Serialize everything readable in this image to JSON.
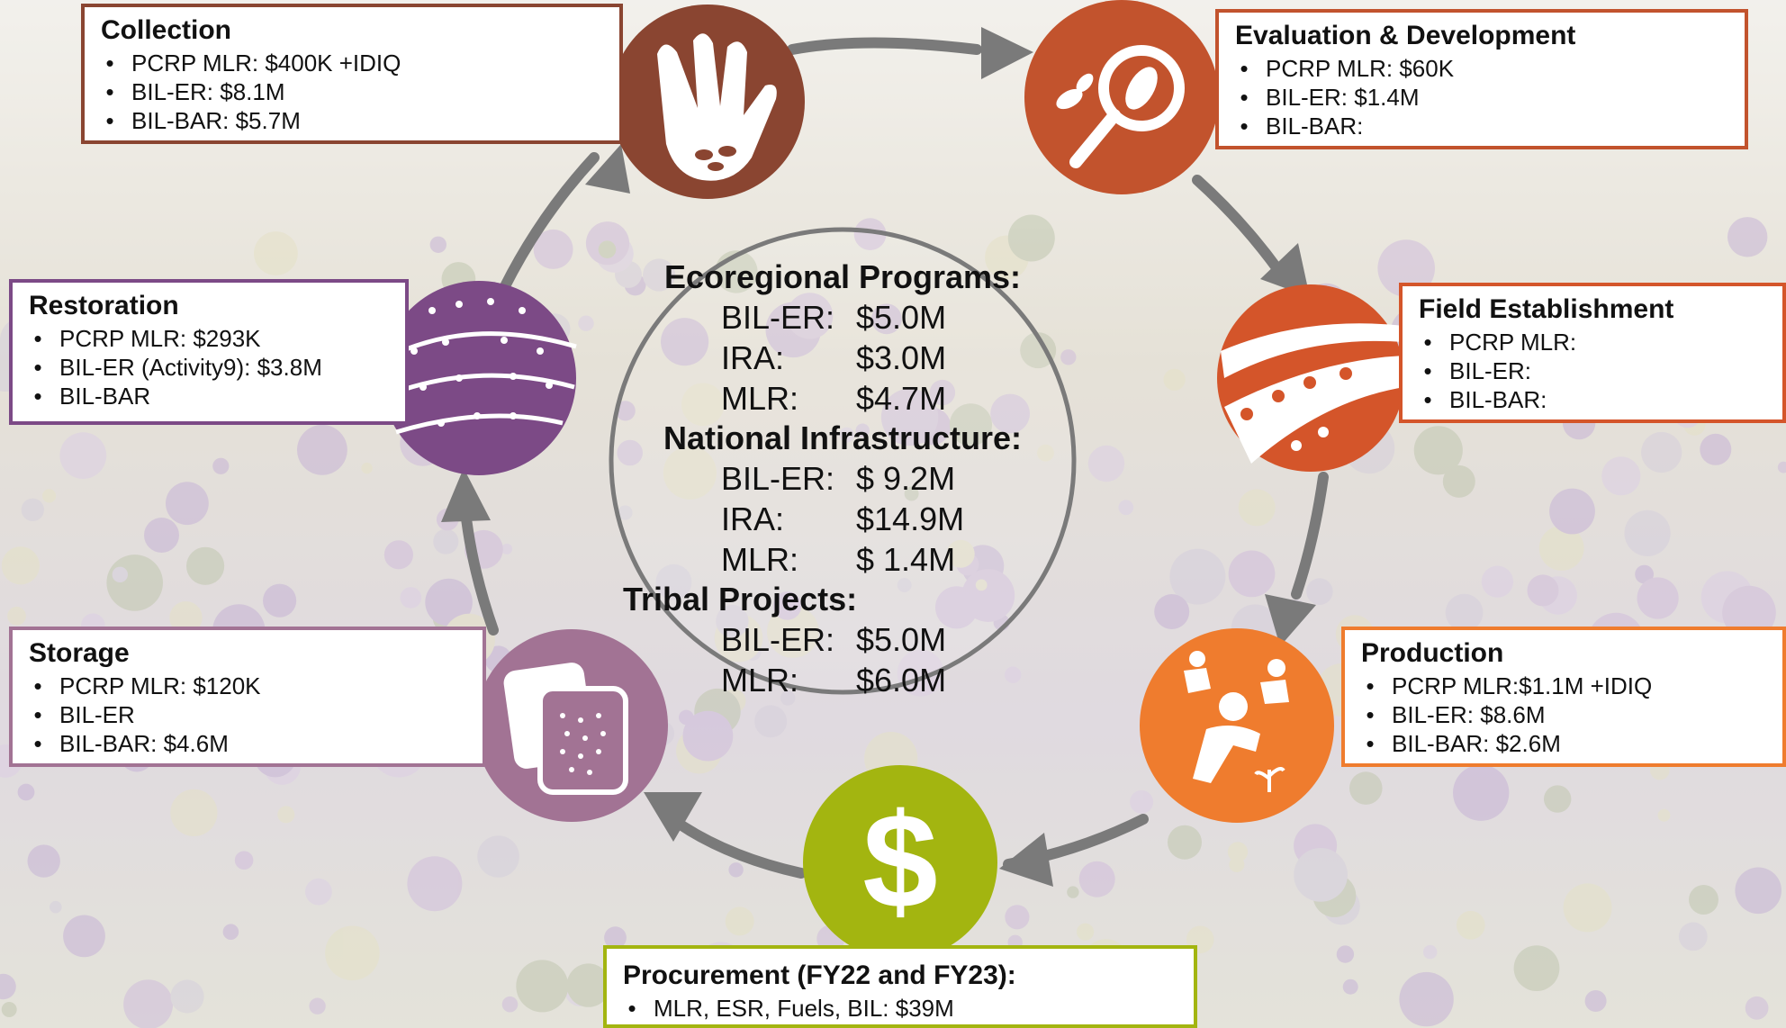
{
  "colors": {
    "collection": "#8a4531",
    "evaluation": "#c2532d",
    "field": "#d4552a",
    "production": "#ef7c2e",
    "procurement": "#a3b510",
    "storage": "#a27394",
    "restoration": "#7c4a86",
    "arrow": "#7a7a7a",
    "ring": "#7a7a7a"
  },
  "icons": {
    "collection": "hand-with-seeds-icon",
    "evaluation": "magnifier-leaf-icon",
    "field": "field-rows-icon",
    "production": "workers-planting-icon",
    "procurement": "dollar-sign-icon",
    "storage": "seed-bags-icon",
    "restoration": "hills-plants-icon"
  },
  "collection": {
    "title": "Collection",
    "items": [
      "PCRP MLR: $400K +IDIQ",
      "BIL-ER: $8.1M",
      "BIL-BAR: $5.7M"
    ]
  },
  "evaluation": {
    "title": "Evaluation & Development",
    "items": [
      "PCRP MLR: $60K",
      "BIL-ER: $1.4M",
      "BIL-BAR:"
    ]
  },
  "field": {
    "title": "Field Establishment",
    "items": [
      "PCRP MLR:",
      "BIL-ER:",
      "BIL-BAR:"
    ]
  },
  "production": {
    "title": "Production",
    "items": [
      "PCRP MLR:$1.1M +IDIQ",
      "BIL-ER: $8.6M",
      "BIL-BAR: $2.6M"
    ]
  },
  "procurement": {
    "title": "Procurement (FY22 and FY23):",
    "items": [
      "MLR, ESR, Fuels, BIL: $39M"
    ]
  },
  "storage": {
    "title": "Storage",
    "items": [
      "PCRP MLR: $120K",
      "BIL-ER",
      "BIL-BAR: $4.6M"
    ]
  },
  "restoration": {
    "title": "Restoration",
    "items": [
      "PCRP MLR: $293K",
      "BIL-ER (Activity9): $3.8M",
      "BIL-BAR"
    ]
  },
  "center": {
    "ecoregional": {
      "heading": "Ecoregional Programs:",
      "rows": [
        {
          "label": "BIL-ER:",
          "value": "$5.0M"
        },
        {
          "label": "IRA:",
          "value": "$3.0M"
        },
        {
          "label": "MLR:",
          "value": "$4.7M"
        }
      ]
    },
    "national": {
      "heading": "National Infrastructure:",
      "rows": [
        {
          "label": "BIL-ER:",
          "value": "$ 9.2M"
        },
        {
          "label": "IRA:",
          "value": "$14.9M"
        },
        {
          "label": "MLR:",
          "value": "$ 1.4M"
        }
      ]
    },
    "tribal": {
      "heading": "Tribal Projects:",
      "rows": [
        {
          "label": "BIL-ER:",
          "value": "$5.0M"
        },
        {
          "label": "MLR:",
          "value": "$6.0M"
        }
      ]
    }
  }
}
